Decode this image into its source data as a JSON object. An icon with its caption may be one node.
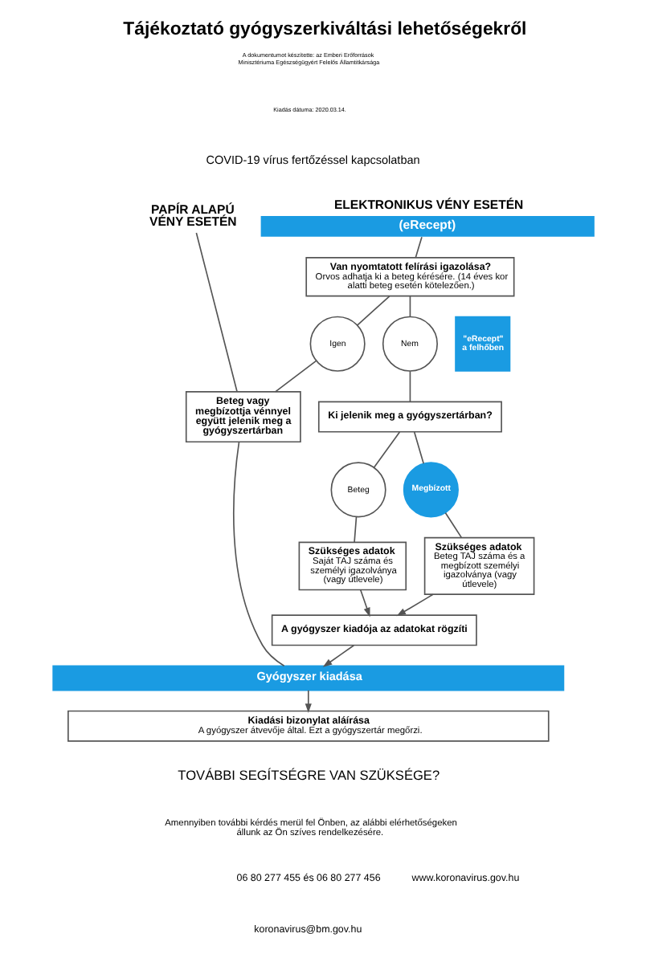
{
  "diagram": {
    "title": "Tájékoztató gyógyszerkiváltási lehetőségekről",
    "nodes": [
      {
        "text": [
          "PAPÍR ALAPÚ VÉNY ESETÉN"
        ]
      },
      {
        "text": [
          "ELEKTRONIKUS VÉNY ESETÉN",
          "(eRecept)"
        ]
      },
      {
        "text": [
          "Van nyomtatott felírási igazolása?",
          "Orvos adhatja ki a beteg kérésére. (14 éves kor alatti beteg esetén kötelezően.)"
        ]
      },
      {
        "text": [
          "Igen"
        ]
      },
      {
        "text": [
          "Nem"
        ]
      },
      {
        "text": [
          "\"eRecept\" a felhőben"
        ]
      },
      {
        "text": [
          "Ki jelenik meg a gyógyszertárban?"
        ]
      },
      {
        "text": [
          "Beteg vagy megbízottja vénnyel együtt jelenik meg a gyógyszertárban"
        ]
      },
      {
        "text": [
          "Beteg"
        ]
      },
      {
        "text": [
          "Megbízott"
        ]
      },
      {
        "text": [
          "Szükséges adatok",
          "Saját TAJ száma és személyi igazolványa (vagy útlevele)"
        ]
      },
      {
        "text": [
          "Szükséges adatok",
          "Beteg TAJ száma és a megbízott személyi igazolványa (vagy útlevele)"
        ]
      },
      {
        "text": [
          "A gyógyszer kiadója az adatokat rögzíti"
        ]
      },
      {
        "text": [
          "Gyógyszer kiadása"
        ]
      },
      {
        "text": [
          "Kiadási bizonylat aláírása",
          "A gyógyszer átvevője által. Ezt a gyógyszertár megőrzi."
        ]
      }
    ],
    "edges": [
      {
        "from": 0,
        "to": 7,
        "arrow": "none"
      },
      {
        "from": 1,
        "to": 2,
        "arrow": "none"
      },
      {
        "from": 2,
        "to": 3,
        "arrow": "none"
      },
      {
        "from": 3,
        "to": 7,
        "arrow": "none"
      },
      {
        "from": 2,
        "to": 4,
        "arrow": "none"
      },
      {
        "from": 4,
        "to": 6,
        "arrow": "none"
      },
      {
        "from": 6,
        "to": 8,
        "arrow": "none"
      },
      {
        "from": 6,
        "to": 9,
        "arrow": "none"
      },
      {
        "from": 8,
        "to": 10,
        "arrow": "none"
      },
      {
        "from": 9,
        "to": 11,
        "arrow": "none"
      },
      {
        "from": 10,
        "to": 12,
        "arrow": "to"
      },
      {
        "from": 11,
        "to": 12,
        "arrow": "to"
      },
      {
        "from": 12,
        "to": 13,
        "arrow": "to"
      },
      {
        "from": 7,
        "to": 13,
        "arrow": "none"
      },
      {
        "from": 13,
        "to": 14,
        "arrow": "to"
      }
    ],
    "labels": [
      "A dokumentumot készítette: az Emberi Erőforrások Minisztériuma Egészségügyért Felelős Államtitkársága",
      "Kiadás dátuma: 2020.03.14.",
      "COVID-19 vírus fertőzéssel kapcsolatban",
      "TOVÁBBI SEGÍTSÉGRE VAN SZÜKSÉGE?",
      "Amennyiben további kérdés merül fel Önben, az alábbi elérhetőségeken állunk az Ön szíves rendelkezésére.",
      "06 80 277 455 és 06 80 277 456",
      "www.koronavirus.gov.hu",
      "koronavirus@bm.gov.hu"
    ]
  }
}
